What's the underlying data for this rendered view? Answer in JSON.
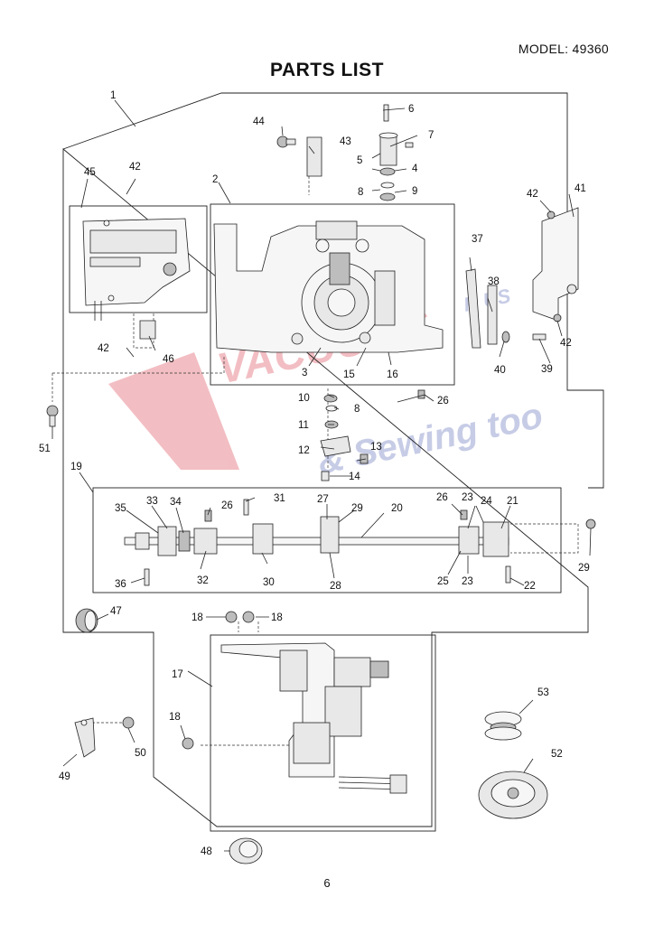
{
  "header": {
    "model": "MODEL: 49360",
    "title": "PARTS LIST"
  },
  "footer": {
    "page_number": "6"
  },
  "watermark": {
    "brand": "VACUUMS",
    "sub1": "& Sewing too",
    "sub2": "R US"
  },
  "callouts": {
    "c1": "1",
    "c2": "2",
    "c3": "3",
    "c4": "4",
    "c5": "5",
    "c6": "6",
    "c7": "7",
    "c8": "8",
    "c8b": "8",
    "c9": "9",
    "c10": "10",
    "c11": "11",
    "c12": "12",
    "c13": "13",
    "c14": "14",
    "c15": "15",
    "c16": "16",
    "c17": "17",
    "c18a": "18",
    "c18b": "18",
    "c18c": "18",
    "c19": "19",
    "c20": "20",
    "c21": "21",
    "c22": "22",
    "c23a": "23",
    "c23b": "23",
    "c24": "24",
    "c25": "25",
    "c26a": "26",
    "c26b": "26",
    "c26c": "26",
    "c27": "27",
    "c28": "28",
    "c29a": "29",
    "c29b": "29",
    "c30": "30",
    "c31": "31",
    "c32": "32",
    "c33": "33",
    "c34": "34",
    "c35": "35",
    "c36": "36",
    "c37": "37",
    "c38": "38",
    "c39": "39",
    "c40": "40",
    "c41": "41",
    "c42a": "42",
    "c42b": "42",
    "c42c": "42",
    "c42d": "42",
    "c43": "43",
    "c44": "44",
    "c45": "45",
    "c46": "46",
    "c47": "47",
    "c48": "48",
    "c49": "49",
    "c50": "50",
    "c51": "51",
    "c52": "52",
    "c53": "53"
  }
}
